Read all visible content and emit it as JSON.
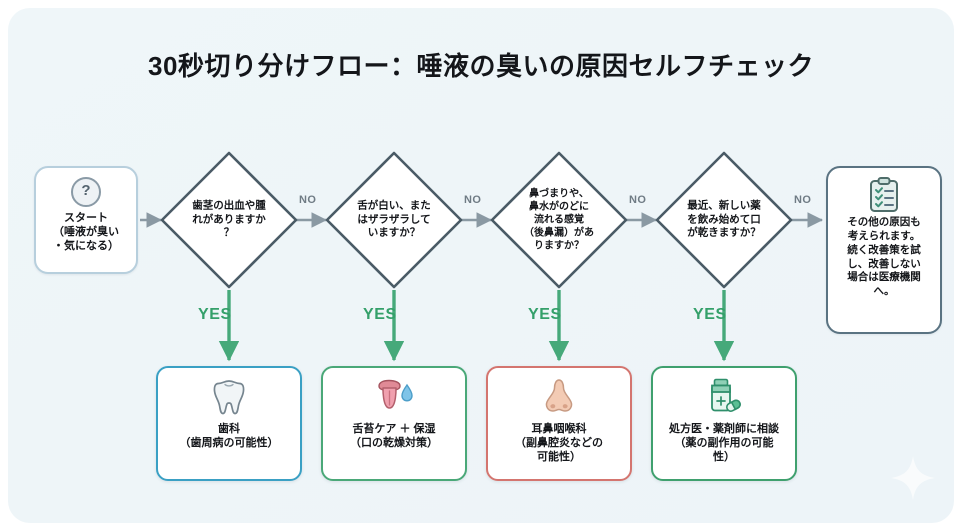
{
  "page": {
    "title": "30秒切り分けフロー：唾液の臭いの原因セルフチェック",
    "colors": {
      "background": "#eff5f8",
      "yes": "#34a06a",
      "no": "#6f7b84",
      "diamond_border": "#4a5b66",
      "arrow": "#8a99a3"
    }
  },
  "start": {
    "icon": "question-mark-icon",
    "icon_glyph": "?",
    "label": "スタート\n（唾液が臭い\n・気になる）"
  },
  "decisions": [
    {
      "id": "gums",
      "label": "歯茎の出血や腫\nれがありますか\n？",
      "yes_label": "YES",
      "no_label": "NO"
    },
    {
      "id": "tongue",
      "label": "舌が白い、また\nはザラザラして\nいますか？",
      "yes_label": "YES",
      "no_label": "NO"
    },
    {
      "id": "nose",
      "label": "鼻づまりや、\n鼻水がのどに\n流れる感覚\n（後鼻漏）があ\nりますか？",
      "yes_label": "YES",
      "no_label": "NO"
    },
    {
      "id": "medicine",
      "label": "最近、新しい薬\nを飲み始めて口\nが乾きますか？",
      "yes_label": "YES",
      "no_label": "NO"
    }
  ],
  "results": [
    {
      "id": "dental",
      "icon": "tooth-icon",
      "label": "歯科\n（歯周病の可能性）",
      "border_color": "#3aa0c4"
    },
    {
      "id": "tongue",
      "icon": "tongue-drop-icon",
      "label": "舌苔ケア ＋ 保湿\n（口の乾燥対策）",
      "border_color": "#4aa878"
    },
    {
      "id": "ent",
      "icon": "nose-icon",
      "label": "耳鼻咽喉科\n（副鼻腔炎などの\n可能性）",
      "border_color": "#d4756f"
    },
    {
      "id": "pharmacy",
      "icon": "pill-bottle-icon",
      "label": "処方医・薬剤師に相談\n（薬の副作用の可能\n性）",
      "border_color": "#3fa06e"
    }
  ],
  "end": {
    "icon": "clipboard-check-icon",
    "label": "その他の原因も\n考えられます。\n続く改善策を試\nし、改善しない\n場合は医療機関\nへ。"
  }
}
